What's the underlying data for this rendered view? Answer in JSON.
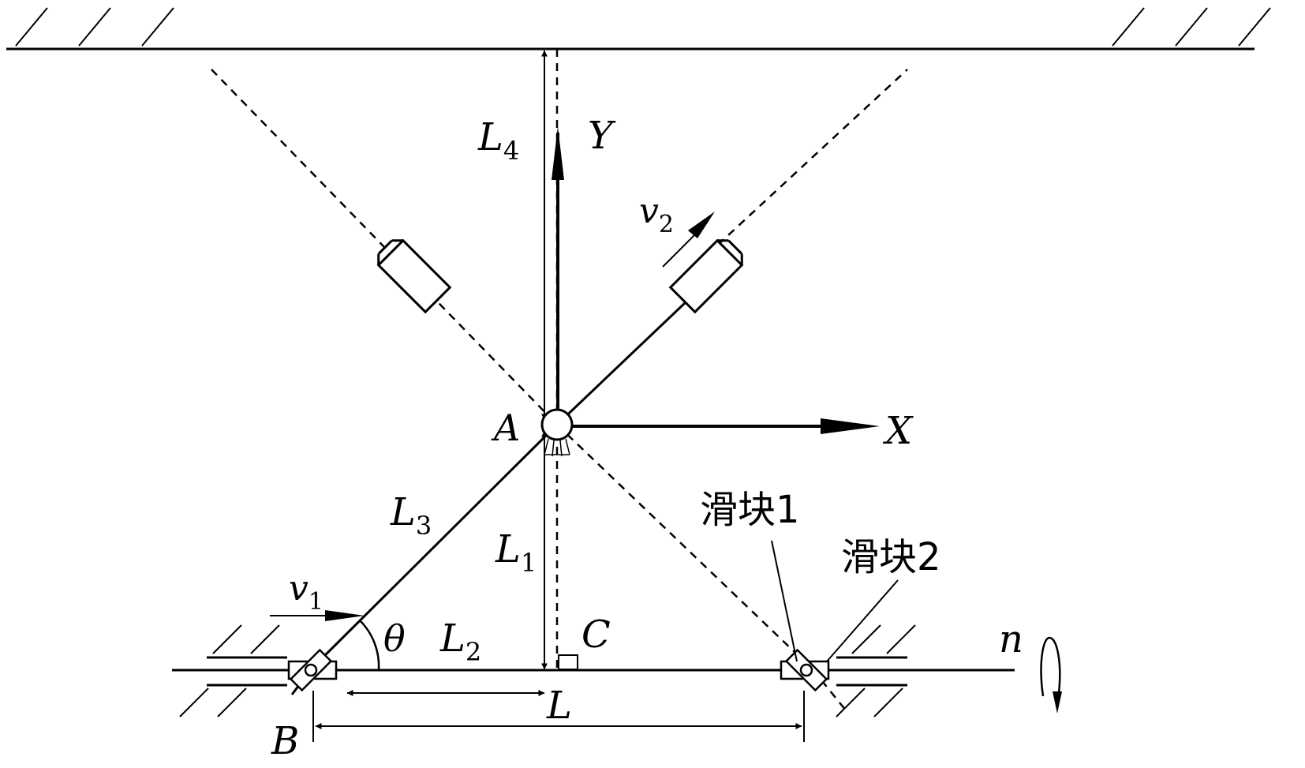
{
  "labels": {
    "L4": {
      "main": "L",
      "sub": "4"
    },
    "Y": "Y",
    "v2": {
      "main": "v",
      "sub": "2"
    },
    "A": "A",
    "X": "X",
    "L3": {
      "main": "L",
      "sub": "3"
    },
    "L1": {
      "main": "L",
      "sub": "1"
    },
    "slider1": "滑块1",
    "slider2": "滑块2",
    "v1": {
      "main": "v",
      "sub": "1"
    },
    "theta": "θ",
    "L2": {
      "main": "L",
      "sub": "2"
    },
    "C": "C",
    "n": "n",
    "L": "L",
    "B": "B"
  }
}
